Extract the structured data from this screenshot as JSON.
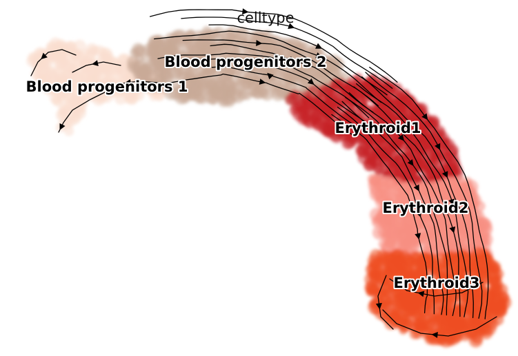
{
  "chart_data": {
    "type": "scatter",
    "title": "celltype",
    "xlabel": "",
    "ylabel": "",
    "grid": false,
    "axes_visible": false,
    "legend": "on data",
    "overlay": "velocity streamlines with arrowheads",
    "series": [
      {
        "name": "Blood progenitors 1",
        "color": "#f9decf"
      },
      {
        "name": "Blood progenitors 2",
        "color": "#c9a997"
      },
      {
        "name": "Erythroid1",
        "color": "#c72228"
      },
      {
        "name": "Erythroid2",
        "color": "#f79083"
      },
      {
        "name": "Erythroid3",
        "color": "#ef4e22"
      }
    ]
  }
}
